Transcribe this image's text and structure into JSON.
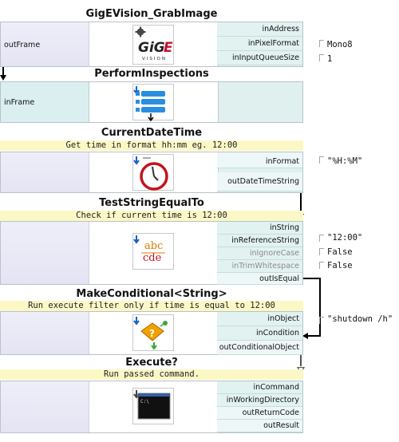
{
  "blocks": {
    "grab": {
      "title": "GigEVision_GrabImage",
      "in_ports": [
        "inAddress",
        "inPixelFormat",
        "inInputQueueSize"
      ],
      "left_port": "outFrame",
      "values": [
        "Mono8",
        "1"
      ],
      "logo": "GiGE VISION"
    },
    "inspect": {
      "title": "PerformInspections",
      "left_port": "inFrame"
    },
    "datetime": {
      "title": "CurrentDateTime",
      "comment": "Get time in format hh:mm eg. 12:00",
      "in_port": "inFormat",
      "out_port": "outDateTimeString",
      "value": "\"%H:%M\""
    },
    "compare": {
      "title": "TestStringEqualTo",
      "comment": "Check if current time is 12:00",
      "ports": [
        "inString",
        "inReferenceString",
        "inIgnoreCase",
        "inTrimWhitespace",
        "outIsEqual"
      ],
      "values": [
        "\"12:00\"",
        "False",
        "False"
      ]
    },
    "cond": {
      "title": "MakeConditional<String>",
      "comment": "Run execute filter only if time is equal to 12:00",
      "ports": [
        "inObject",
        "inCondition",
        "outConditionalObject"
      ],
      "value": "\"shutdown /h\""
    },
    "exec": {
      "title": "Execute?",
      "comment": "Run passed command.",
      "ports": [
        "inCommand",
        "inWorkingDirectory",
        "outReturnCode",
        "outResult"
      ],
      "console_text": "C:\\"
    }
  },
  "icons": {
    "gear": "gear-icon",
    "inspection": "list-icon",
    "clock": "clock-icon",
    "compare": "abc-cde-icon",
    "conditional": "question-box-icon",
    "console": "console-icon"
  },
  "colors": {
    "output_panel": "#dff0ef",
    "input_panel": "#eeeef9",
    "comment_bg": "#fbf8c6"
  }
}
